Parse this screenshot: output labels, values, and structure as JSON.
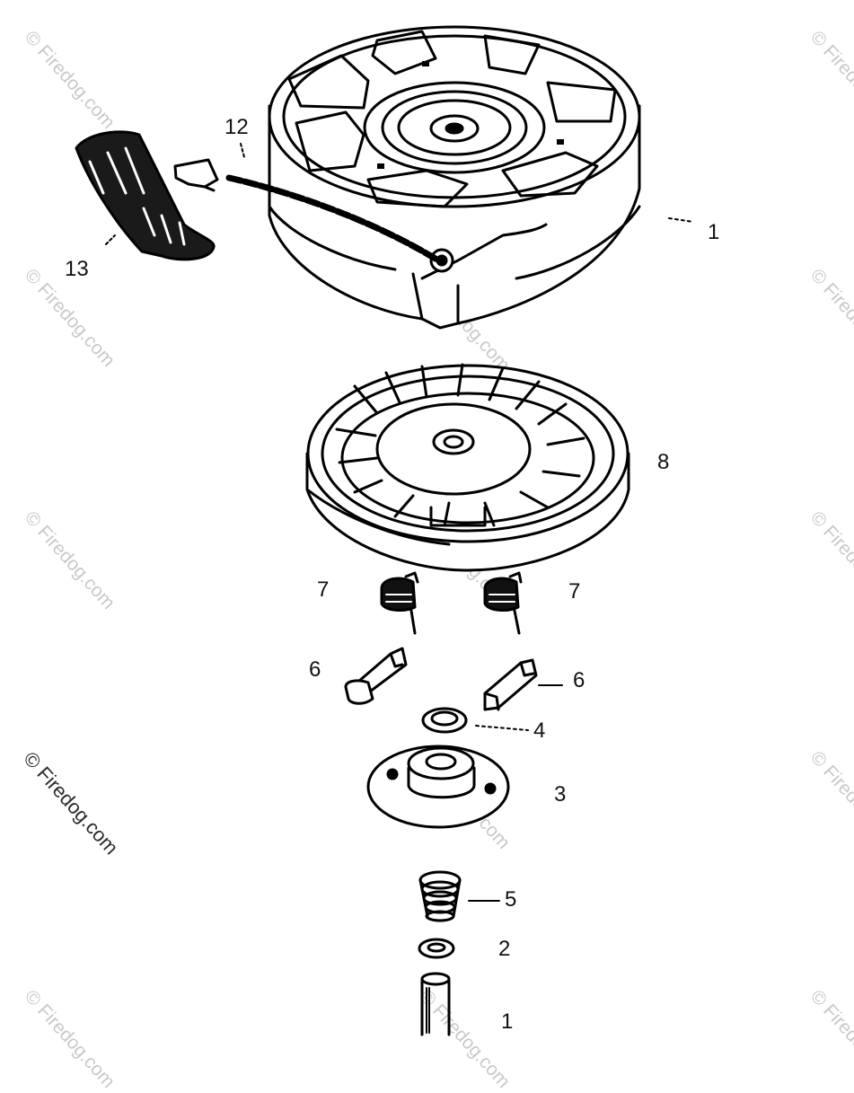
{
  "watermark": "© Firedog.com",
  "callouts": {
    "c1_top": "1",
    "c12": "12",
    "c13": "13",
    "c8": "8",
    "c7_left": "7",
    "c7_right": "7",
    "c6_left": "6",
    "c6_right": "6",
    "c4": "4",
    "c3": "3",
    "c5": "5",
    "c2": "2",
    "c1_bottom": "1"
  }
}
